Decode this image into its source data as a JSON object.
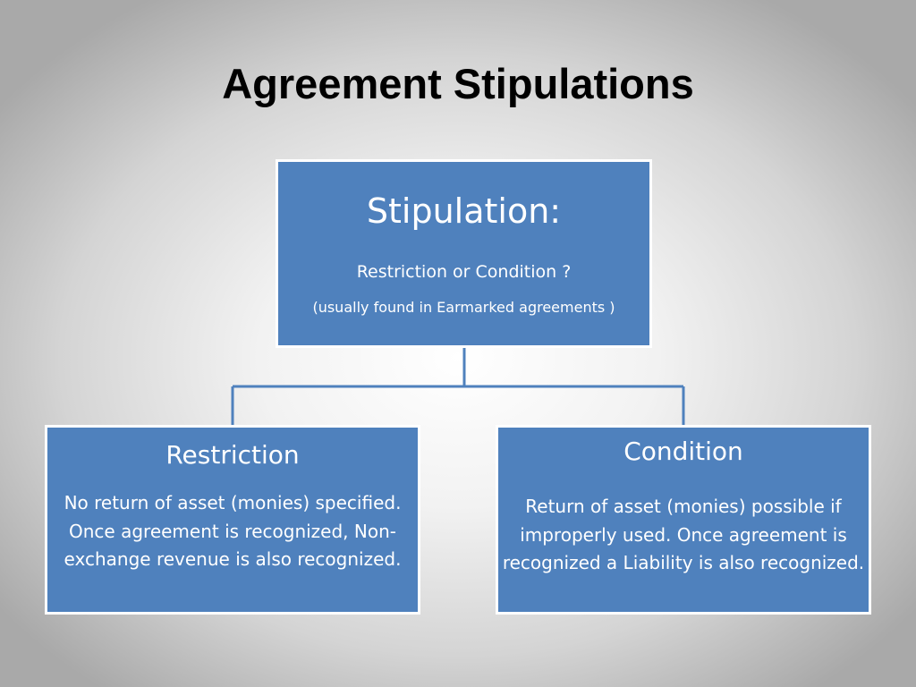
{
  "slide": {
    "title": "Agreement Stipulations"
  },
  "diagram": {
    "colors": {
      "box_fill": "#4F81BD",
      "box_border": "#FFFFFF",
      "connector": "#4F81BD",
      "text": "#FFFFFF",
      "title_text": "#000000"
    },
    "root": {
      "heading": "Stipulation:",
      "subheading": "Restriction or Condition ?",
      "note": "(usually found in Earmarked agreements )"
    },
    "children": [
      {
        "heading": "Restriction",
        "body": "No return of asset (monies) specified. Once agreement is recognized, Non-exchange revenue is also recognized."
      },
      {
        "heading": "Condition",
        "body": " Return of asset (monies) possible if improperly used. Once agreement is recognized a Liability is also recognized."
      }
    ]
  }
}
